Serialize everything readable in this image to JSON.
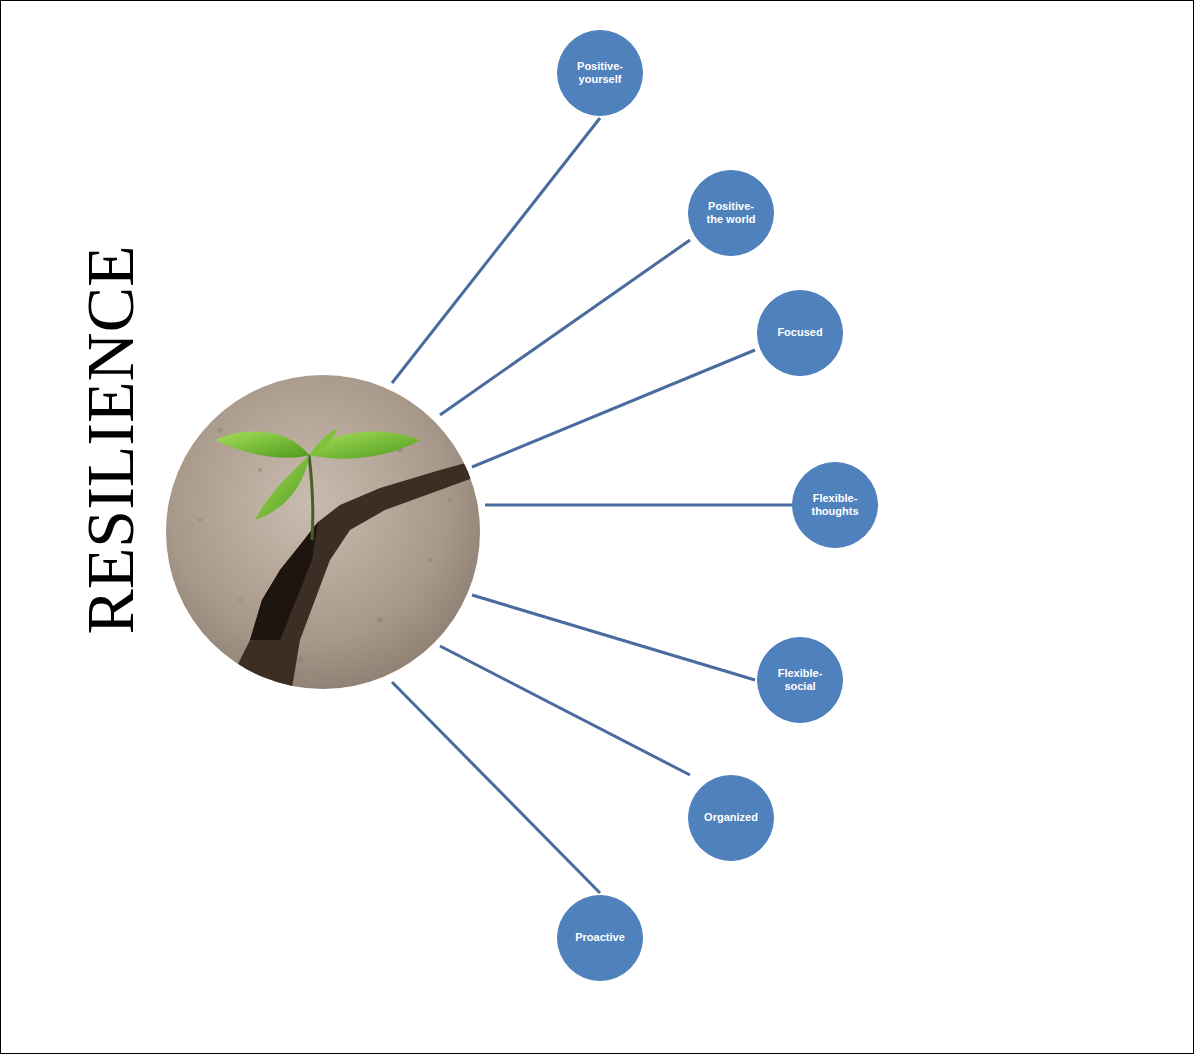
{
  "diagram": {
    "title": "RESILIENCE",
    "nodes": [
      {
        "text": [
          "Positive-yourself"
        ]
      },
      {
        "text": [
          "Positive-the world"
        ]
      },
      {
        "text": [
          "Focused"
        ]
      },
      {
        "text": [
          "Flexible-thoughts"
        ]
      },
      {
        "text": [
          "Flexible-social"
        ]
      },
      {
        "text": [
          "Organized"
        ]
      },
      {
        "text": [
          "Proactive"
        ]
      }
    ]
  }
}
